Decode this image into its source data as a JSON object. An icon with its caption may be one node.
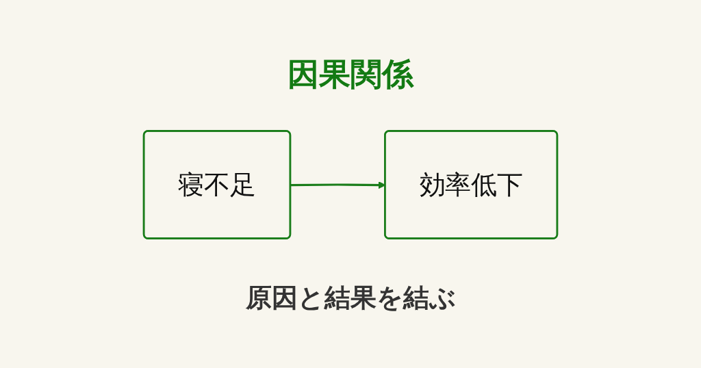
{
  "diagram": {
    "title": "因果関係",
    "nodes": [
      {
        "text": [
          "寝不足"
        ]
      },
      {
        "text": [
          "効率低下"
        ]
      }
    ],
    "edges": [
      {
        "from": 0,
        "to": 1,
        "arrow": "to"
      }
    ],
    "caption": "原因と結果を結ぶ"
  }
}
